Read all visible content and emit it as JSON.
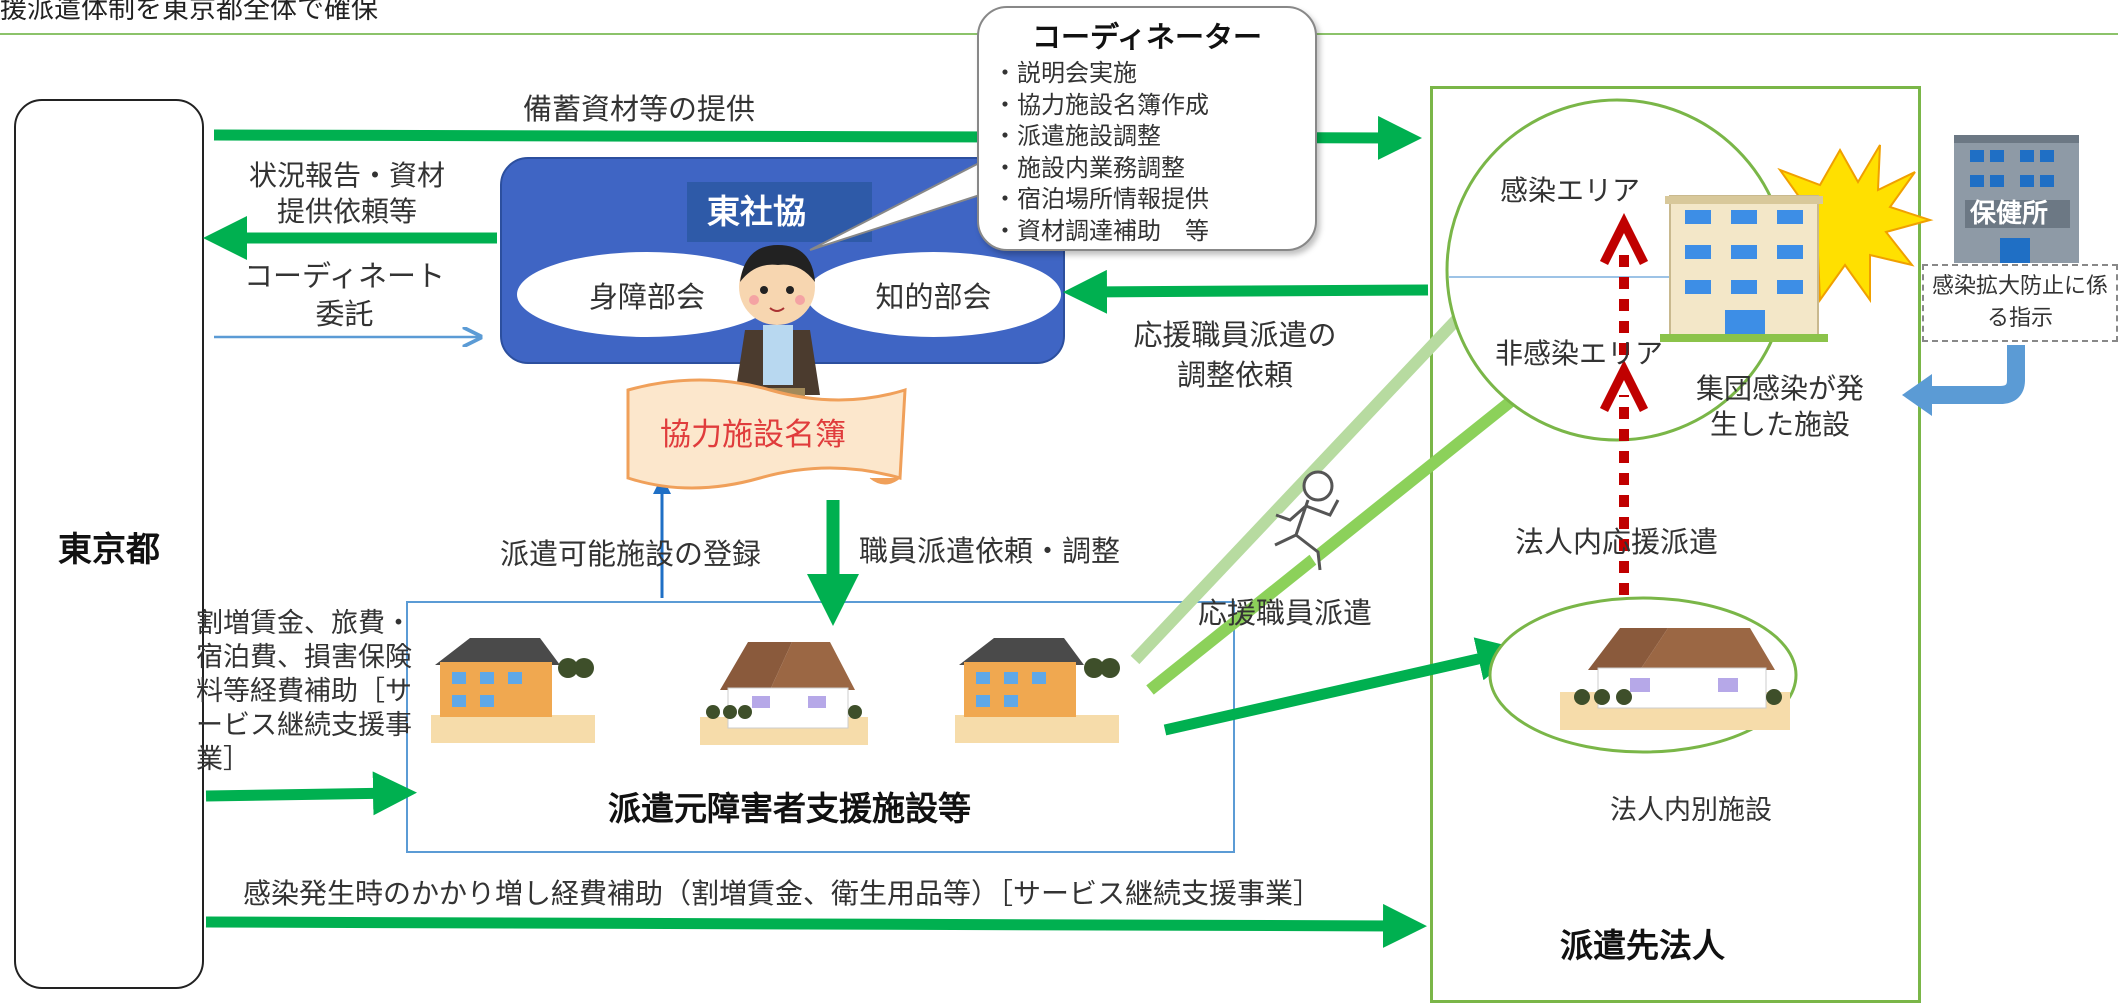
{
  "header": {
    "title": "援派遣体制を東京都全体で確保"
  },
  "tokyo": {
    "label": "東京都"
  },
  "tosha": {
    "label": "東社協",
    "units": [
      "身障部会",
      "知的部会"
    ]
  },
  "coordinator": {
    "title": "コーディネーター",
    "items": [
      "・説明会実施",
      "・協力施設名簿作成",
      "・派遣施設調整",
      "・施設内業務調整",
      "・宿泊場所情報提供",
      "・資材調達補助　等"
    ]
  },
  "meibo": {
    "label": "協力施設名簿"
  },
  "arrows": {
    "bichiku": "備蓄資材等の提供",
    "joukyou": "状況報告・資材提供依頼等",
    "coordinate": "コーディネート委託",
    "ouen_chousei": "応援職員派遣の調整依頼",
    "touroku": "派遣可能施設の登録",
    "irai": "職員派遣依頼・調整",
    "keihi": "割増賃金、旅費・宿泊費、損害保険料等経費補助［サービス継続支援事業］",
    "ouen_haken": "応援職員派遣",
    "houjinnai": "法人内応援派遣",
    "kakari": "感染発生時のかかり増し経費補助（割増賃金、衛生用品等）［サービス継続支援事業］"
  },
  "source": {
    "label": "派遣元障害者支援施設等"
  },
  "destination": {
    "label": "派遣先法人",
    "infected_area": "感染エリア",
    "noninfected_area": "非感染エリア",
    "cluster_facility": "集団感染が発生した施設",
    "other_facility": "法人内別施設"
  },
  "hokenjo": {
    "sign": "保健所",
    "instruction": "感染拡大防止に係る指示"
  },
  "colors": {
    "arrow_green": "#00b050",
    "tosha_blue": "#3f65c4",
    "dest_border": "#7ab648",
    "dotted_red": "#c00000",
    "meibo_red": "#e03c3c"
  }
}
